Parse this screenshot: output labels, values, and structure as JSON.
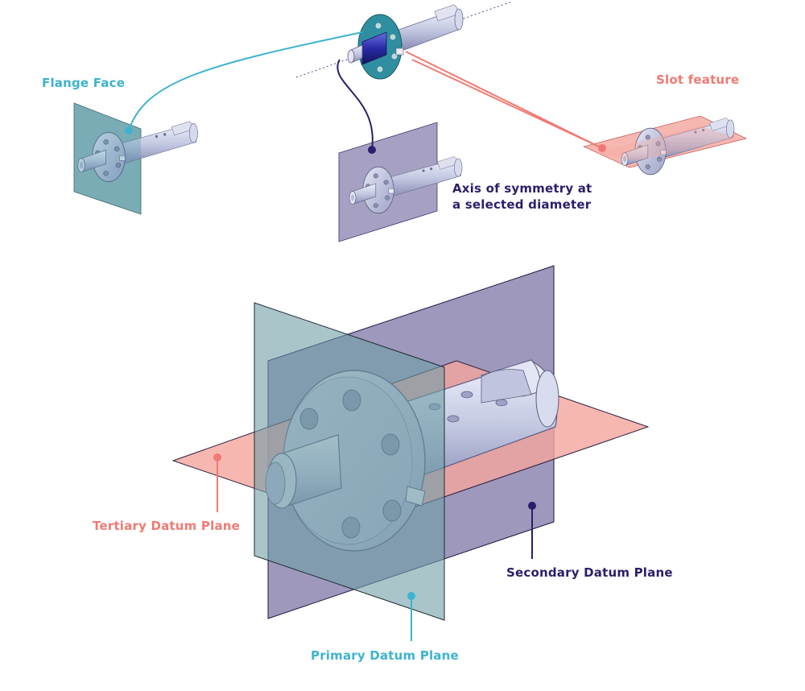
{
  "labels": {
    "flange_face": "Flange Face",
    "slot_feature": "Slot feature",
    "axis_line1": "Axis of symmetry at",
    "axis_line2": "a selected diameter",
    "tertiary": "Tertiary Datum Plane",
    "secondary": "Secondary Datum Plane",
    "primary": "Primary Datum Plane"
  },
  "colors": {
    "cyan": "#3db3cf",
    "salmon": "#f07a72",
    "navy": "#2a1f6b",
    "primary_plane": "#6f9ea6",
    "secondary_plane": "#5d5390",
    "tertiary_plane": "#f4a59e",
    "part_metal": "#c9cde4"
  },
  "icons": {
    "part": "flanged-shaft-part",
    "leader_dot": "leader-dot"
  }
}
